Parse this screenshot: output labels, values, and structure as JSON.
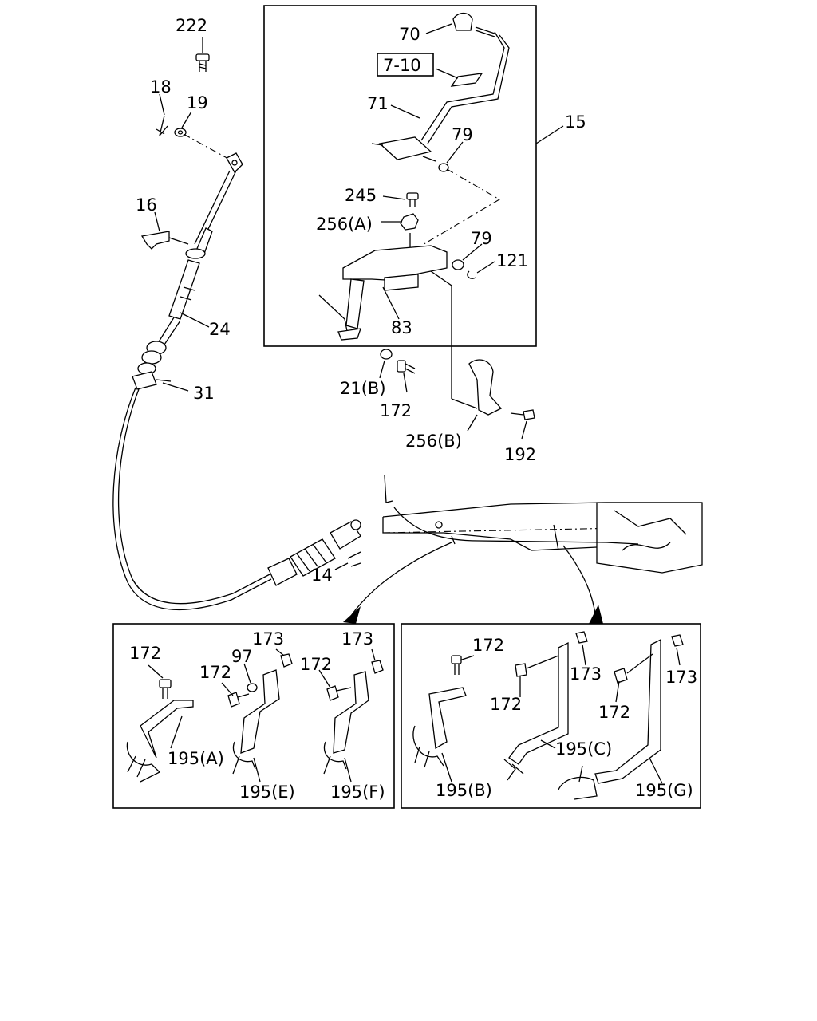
{
  "labels": {
    "p222": "222",
    "p18": "18",
    "p19": "19",
    "p16": "16",
    "p24": "24",
    "p31": "31",
    "p70": "70",
    "p7_10": "7-10",
    "p71": "71",
    "p79a": "79",
    "p15": "15",
    "p245": "245",
    "p256a": "256(A)",
    "p79b": "79",
    "p121": "121",
    "p83": "83",
    "p21b": "21(B)",
    "p172a": "172",
    "p256b": "256(B)",
    "p192": "192",
    "p14": "14",
    "l_p172": "172",
    "l_p173a": "173",
    "l_p97": "97",
    "l_p172b": "172",
    "l_p172c": "172",
    "l_p173b": "173",
    "l_p195a": "195(A)",
    "l_p195e": "195(E)",
    "l_p195f": "195(F)",
    "r_p172a": "172",
    "r_p173a": "173",
    "r_p172b": "172",
    "r_p172c": "172",
    "r_p173b": "173",
    "r_p195c": "195(C)",
    "r_p195b": "195(B)",
    "r_p195g": "195(G)"
  }
}
